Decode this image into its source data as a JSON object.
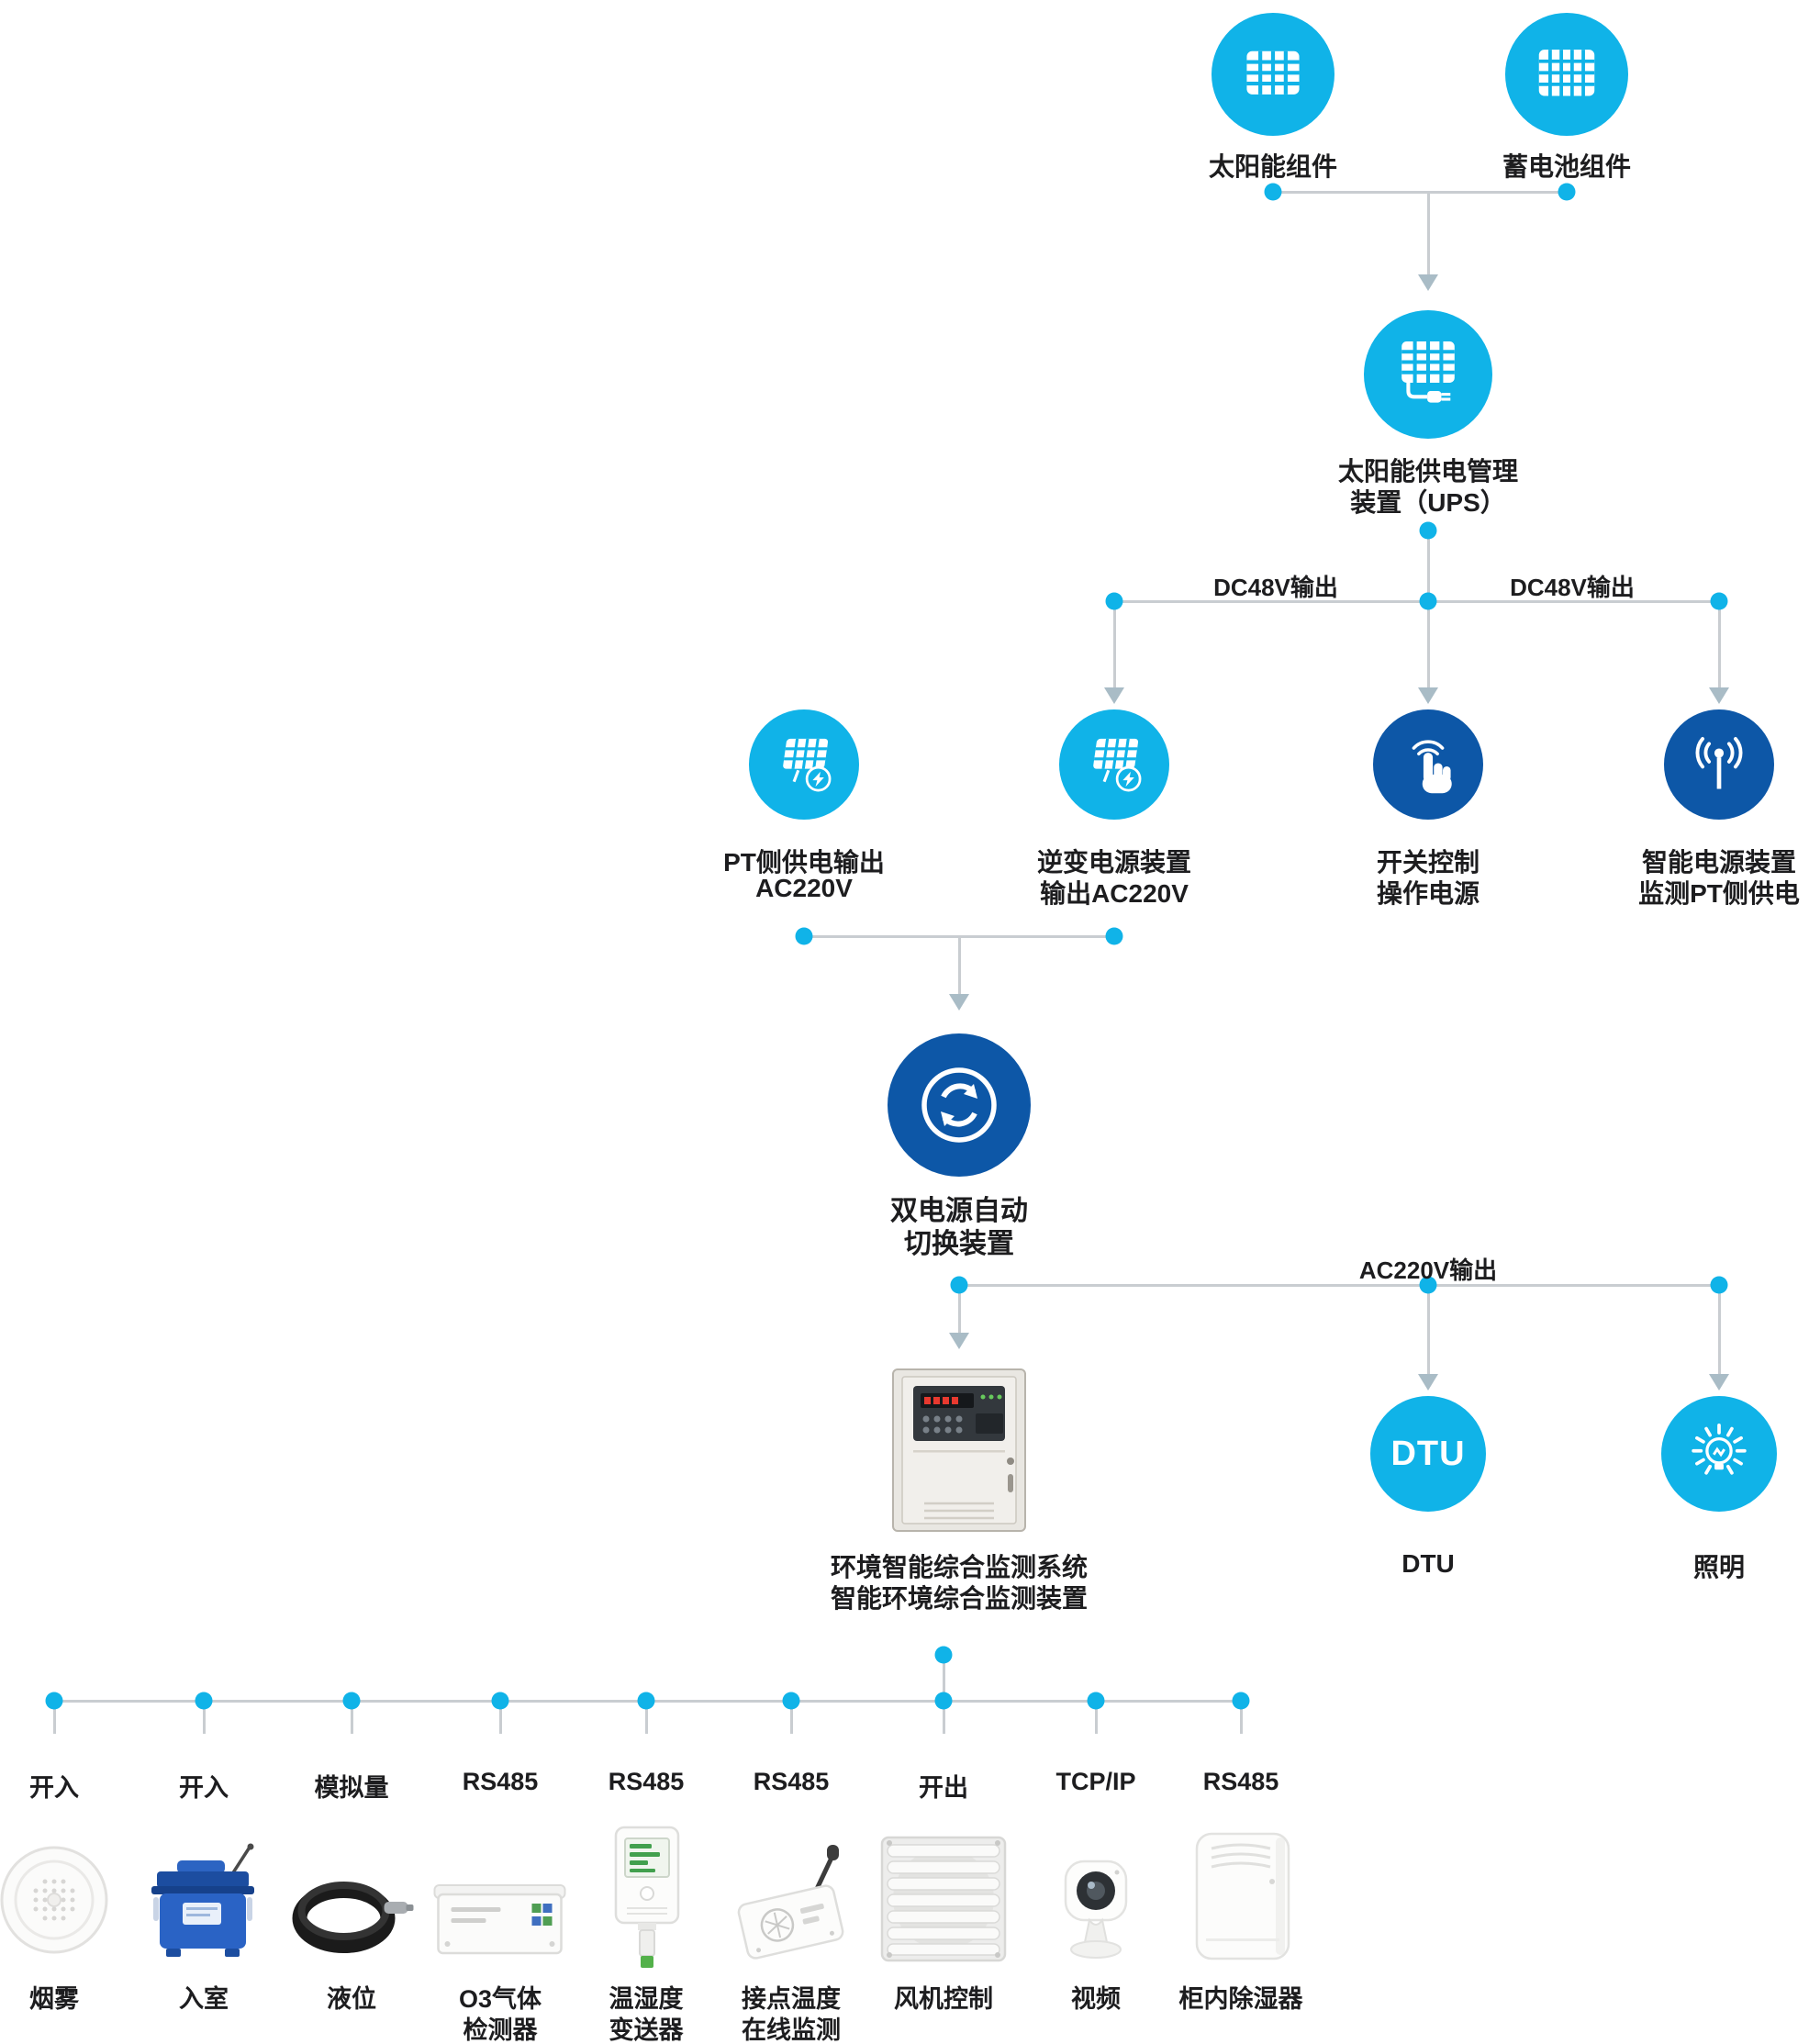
{
  "colors": {
    "cyan": "#10b3e8",
    "dark_blue": "#0d57a7",
    "line_gray": "#c9cdd1",
    "arrow_gray": "#a9bcc6",
    "text_dark": "#1d1d1f"
  },
  "nodes": {
    "solar_module": "太阳能组件",
    "battery_module": "蓄电池组件",
    "ups_line1": "太阳能供电管理",
    "ups_line2": "装置（UPS）",
    "ats_line1": "双电源自动",
    "ats_line2": "切换装置",
    "monitor_line1": "环境智能综合监测系统",
    "monitor_line2": "智能环境综合监测装置",
    "dtu_icon_text": "DTU",
    "dtu_label": "DTU",
    "lighting_label": "照明"
  },
  "mid_nodes": [
    {
      "line1": "PT侧供电输出",
      "line2": "AC220V"
    },
    {
      "line1": "逆变电源装置",
      "line2": "输出AC220V"
    },
    {
      "line1": "开关控制",
      "line2": "操作电源"
    },
    {
      "line1": "智能电源装置",
      "line2": "监测PT侧供电"
    }
  ],
  "edges": {
    "dc48v": "DC48V输出",
    "ac220v": "AC220V输出"
  },
  "terminals": [
    {
      "port": "开入",
      "name": "烟雾",
      "name2": ""
    },
    {
      "port": "开入",
      "name": "入室",
      "name2": ""
    },
    {
      "port": "模拟量",
      "name": "液位",
      "name2": ""
    },
    {
      "port": "RS485",
      "name": "O3气体",
      "name2": "检测器"
    },
    {
      "port": "RS485",
      "name": "温湿度",
      "name2": "变送器"
    },
    {
      "port": "RS485",
      "name": "接点温度",
      "name2": "在线监测"
    },
    {
      "port": "开出",
      "name": "风机控制",
      "name2": ""
    },
    {
      "port": "TCP/IP",
      "name": "视频",
      "name2": ""
    },
    {
      "port": "RS485",
      "name": "柜内除湿器",
      "name2": ""
    }
  ]
}
